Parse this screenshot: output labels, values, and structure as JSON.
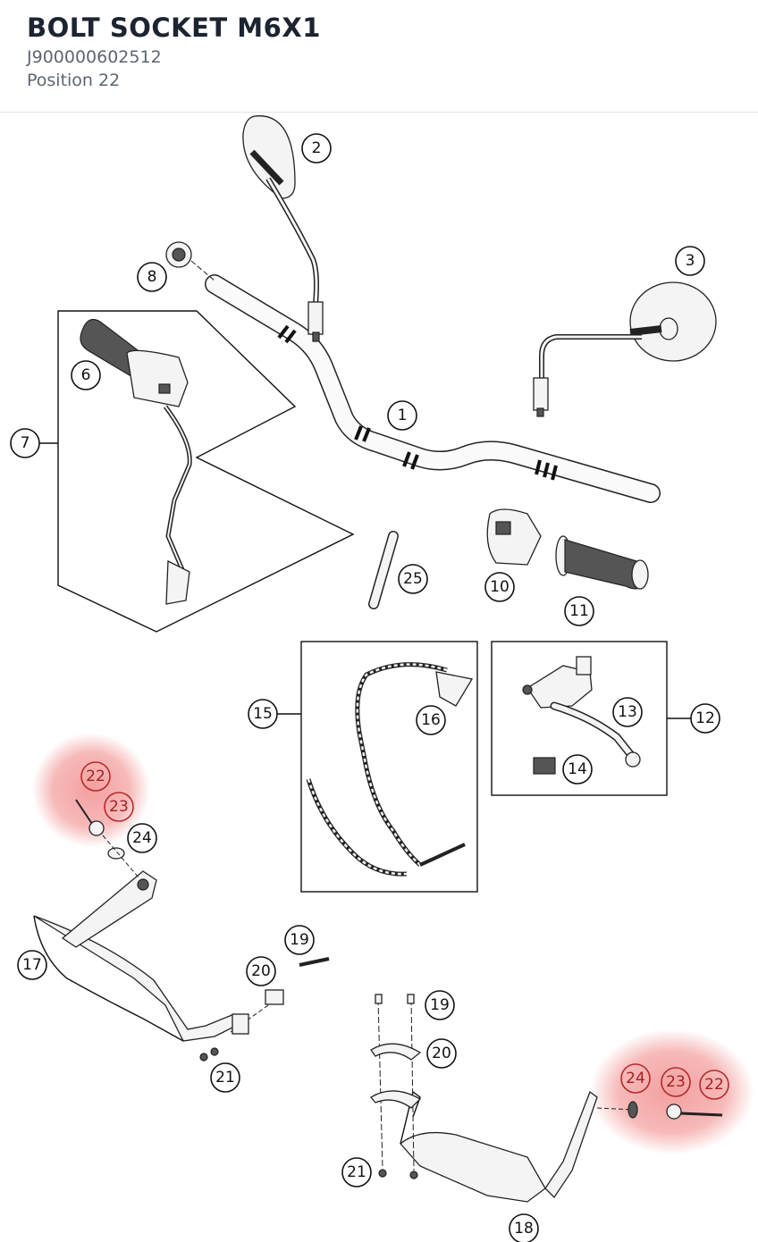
{
  "part": {
    "title": "BOLT SOCKET M6X1",
    "part_number": "J900000602512",
    "position": "Position 22"
  },
  "highlight_color": "#f08080",
  "callouts": [
    "1",
    "2",
    "3",
    "6",
    "7",
    "8",
    "10",
    "11",
    "12",
    "13",
    "14",
    "15",
    "16",
    "17",
    "18",
    "19",
    "20",
    "21",
    "22",
    "23",
    "24",
    "25"
  ]
}
